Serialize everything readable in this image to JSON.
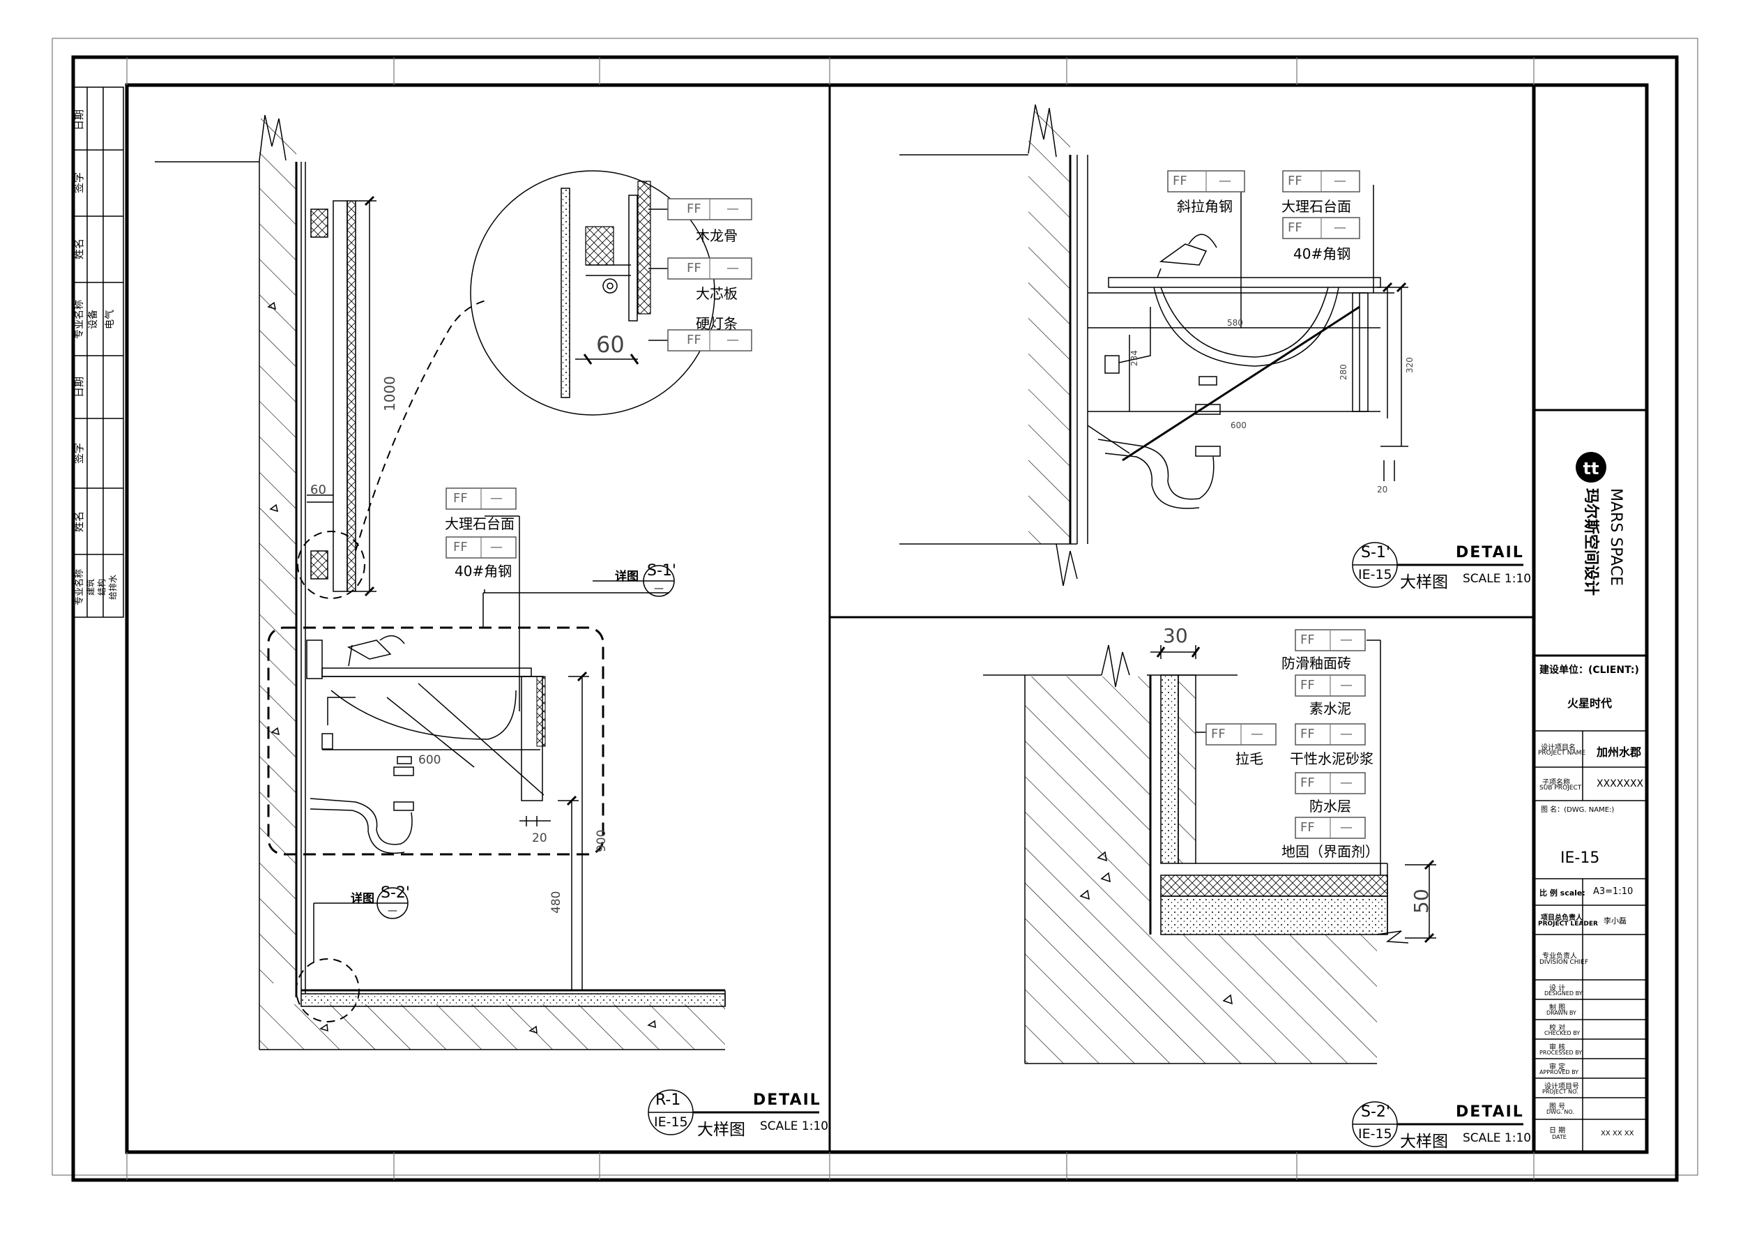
{
  "side_strip": {
    "top_labels": [
      "日期",
      "签字",
      "姓名"
    ],
    "top_disciplines": [
      "专业名称",
      "设备",
      "电气"
    ],
    "bottom_labels": [
      "日期",
      "签字",
      "姓名"
    ],
    "bottom_disciplines": [
      "专业名称",
      "建筑",
      "结构",
      "给排水"
    ]
  },
  "tag_ff": "FF",
  "tag_dash": "—",
  "detail_r1": {
    "labels": [
      "木龙骨",
      "大芯板",
      "硬灯条",
      "大理石台面",
      "40#角钢"
    ],
    "dims": [
      "60",
      "1000",
      "60",
      "600",
      "20",
      "900",
      "480"
    ],
    "callout_s1": {
      "prefix": "详图",
      "code": "S-1'",
      "sub": "—"
    },
    "callout_s2": {
      "prefix": "详图",
      "code": "S-2'",
      "sub": "—"
    },
    "title": {
      "code": "R-1",
      "sheet": "IE-15",
      "detail": "DETAIL",
      "cn": "大样图",
      "scale": "SCALE 1:10"
    }
  },
  "detail_s1": {
    "labels": [
      "斜拉角钢",
      "大理石台面",
      "40#角钢"
    ],
    "dims": [
      "580",
      "234",
      "280",
      "320",
      "600",
      "20"
    ],
    "title": {
      "code": "S-1'",
      "sheet": "IE-15",
      "detail": "DETAIL",
      "cn": "大样图",
      "scale": "SCALE 1:10"
    }
  },
  "detail_s2": {
    "labels": [
      "防滑釉面砖",
      "素水泥",
      "拉毛",
      "干性水泥砂浆",
      "防水层",
      "地固（界面剂）"
    ],
    "dims": [
      "30",
      "50"
    ],
    "title": {
      "code": "S-2'",
      "sheet": "IE-15",
      "detail": "DETAIL",
      "cn": "大样图",
      "scale": "SCALE 1:10"
    }
  },
  "title_block": {
    "logo_en": "MARS SPACE",
    "logo_cn": "玛尔斯空间设计",
    "client_label": "建设单位：(CLIENT:)",
    "client": "火星时代",
    "project_name_label_cn": "设计项目名",
    "project_name_label_en": "PROJECT NAME",
    "project_name": "加州水郡",
    "sub_project_label_cn": "子项名称",
    "sub_project_label_en": "SUB PROJECT",
    "sub_project": "XXXXXXX",
    "dwg_name_label": "图 名：(DWG. NAME:)",
    "dwg_name": "IE-15",
    "scale_label": "比 例 scale:",
    "scale": "A3=1:10",
    "leader_label_cn": "项目总负责人",
    "leader_label_en": "PROJECT LEADER",
    "leader": "李小磊",
    "division_label_cn": "专业负责人",
    "division_label_en": "DIVISION CHIEF",
    "rows": [
      {
        "cn": "设 计",
        "en": "DESIGNED BY"
      },
      {
        "cn": "制 图",
        "en": "DRAWN BY"
      },
      {
        "cn": "校 对",
        "en": "CHECKED BY"
      },
      {
        "cn": "审 核",
        "en": "PROCESSED BY"
      },
      {
        "cn": "审 定",
        "en": "APPROVED BY"
      },
      {
        "cn": "设计项目号",
        "en": "PROJECT NO."
      },
      {
        "cn": "图 号",
        "en": "DWG. NO."
      },
      {
        "cn": "日 期",
        "en": "DATE"
      }
    ],
    "date": "XX XX XX"
  }
}
